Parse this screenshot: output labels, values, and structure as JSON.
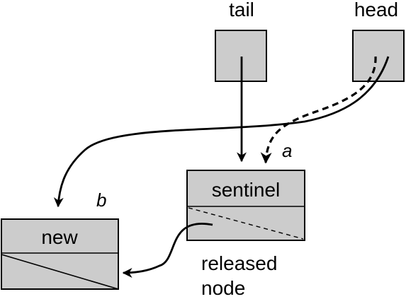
{
  "labels": {
    "tail": "tail",
    "head": "head",
    "sentinel": "sentinel",
    "new": "new",
    "released": "released",
    "node": "node",
    "a": "a",
    "b": "b"
  },
  "colors": {
    "box_fill": "#cccccc",
    "stroke": "#000000",
    "background": "#ffffff"
  }
}
